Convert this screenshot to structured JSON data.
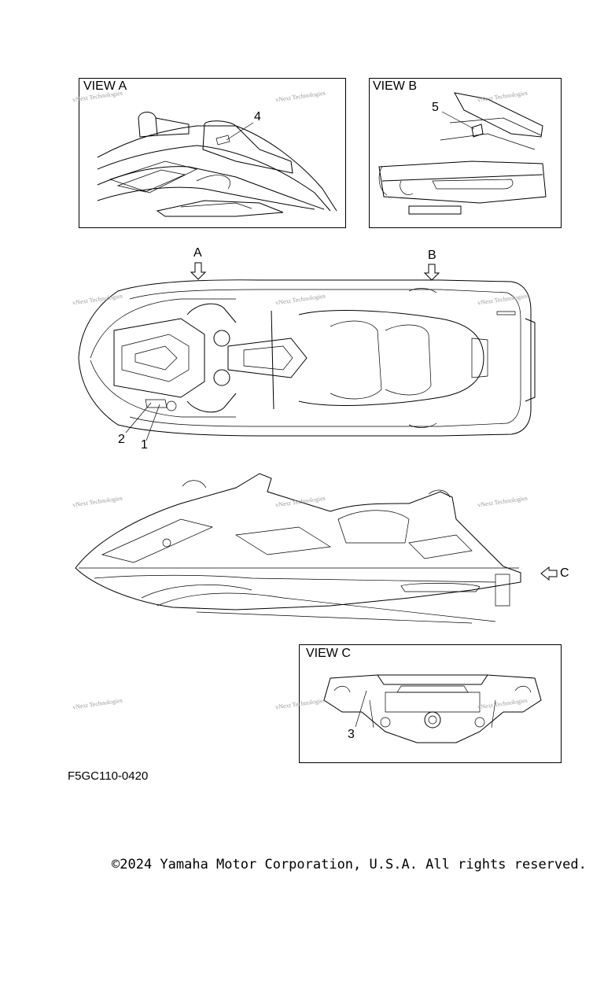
{
  "views": {
    "a_label": "VIEW A",
    "b_label": "VIEW B",
    "c_label": "VIEW C"
  },
  "arrows": {
    "a": "A",
    "b": "B",
    "c": "C"
  },
  "callouts": {
    "n1": "1",
    "n2": "2",
    "n3": "3",
    "n4": "4",
    "n5": "5"
  },
  "watermark": "vNext Technologies",
  "part_code": "F5GC110-0420",
  "copyright": "©2024 Yamaha Motor Corporation, U.S.A. All rights reserved."
}
